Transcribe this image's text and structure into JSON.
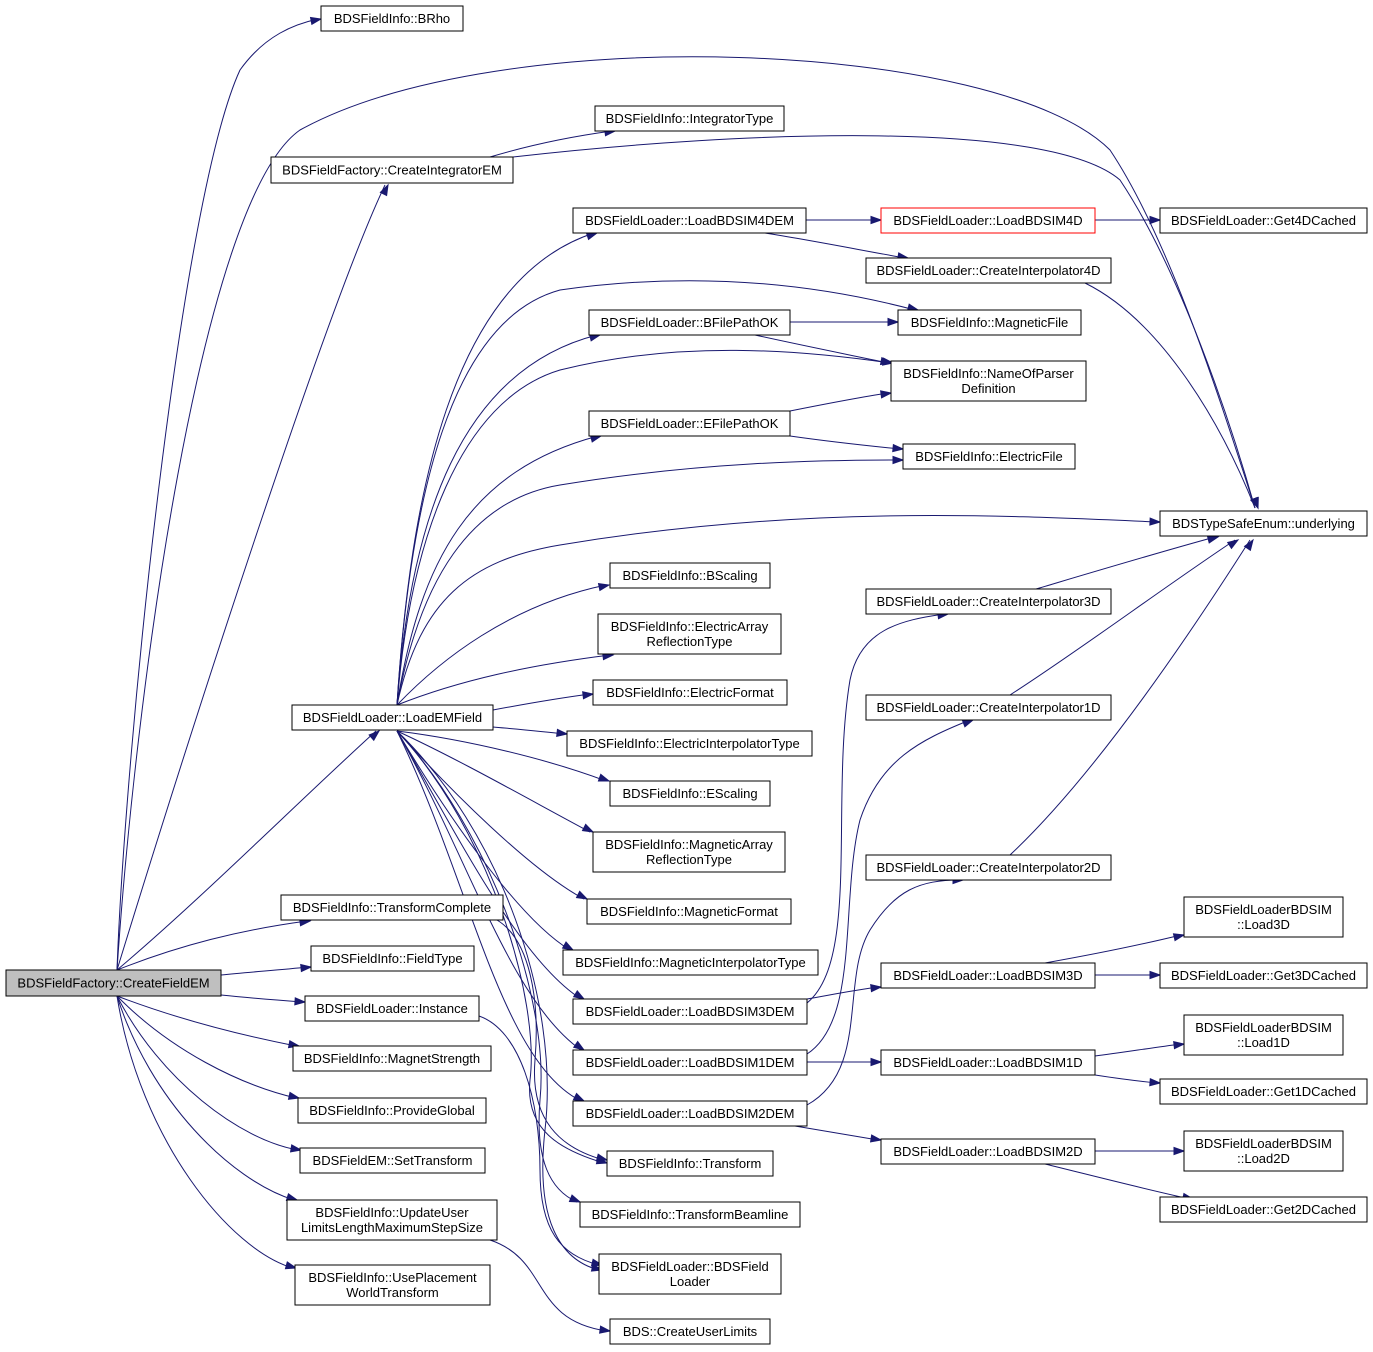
{
  "diagram": {
    "type": "call-graph",
    "colors": {
      "edge": "#191970",
      "node_border": "#000000",
      "root_fill": "#bfbfbf",
      "highlight_border": "#ff0000"
    },
    "nodes": [
      {
        "id": "createFieldEM",
        "lines": [
          "BDSFieldFactory::CreateFieldEM"
        ],
        "root": true
      },
      {
        "id": "bRho",
        "lines": [
          "BDSFieldInfo::BRho"
        ]
      },
      {
        "id": "createIntegratorEM",
        "lines": [
          "BDSFieldFactory::CreateIntegratorEM"
        ]
      },
      {
        "id": "integratorType",
        "lines": [
          "BDSFieldInfo::IntegratorType"
        ]
      },
      {
        "id": "loadBDSIM4DEM",
        "lines": [
          "BDSFieldLoader::LoadBDSIM4DEM"
        ]
      },
      {
        "id": "loadBDSIM4D",
        "lines": [
          "BDSFieldLoader::LoadBDSIM4D"
        ],
        "highlight": true
      },
      {
        "id": "get4DCached",
        "lines": [
          "BDSFieldLoader::Get4DCached"
        ]
      },
      {
        "id": "createInterpolator4D",
        "lines": [
          "BDSFieldLoader::CreateInterpolator4D"
        ]
      },
      {
        "id": "bFilePathOK",
        "lines": [
          "BDSFieldLoader::BFilePathOK"
        ]
      },
      {
        "id": "magneticFile",
        "lines": [
          "BDSFieldInfo::MagneticFile"
        ]
      },
      {
        "id": "nameOfParserDef",
        "lines": [
          "BDSFieldInfo::NameOfParser",
          "Definition"
        ]
      },
      {
        "id": "eFilePathOK",
        "lines": [
          "BDSFieldLoader::EFilePathOK"
        ]
      },
      {
        "id": "electricFile",
        "lines": [
          "BDSFieldInfo::ElectricFile"
        ]
      },
      {
        "id": "underlying",
        "lines": [
          "BDSTypeSafeEnum::underlying"
        ]
      },
      {
        "id": "bScaling",
        "lines": [
          "BDSFieldInfo::BScaling"
        ]
      },
      {
        "id": "electricArrayRefl",
        "lines": [
          "BDSFieldInfo::ElectricArray",
          "ReflectionType"
        ]
      },
      {
        "id": "electricFormat",
        "lines": [
          "BDSFieldInfo::ElectricFormat"
        ]
      },
      {
        "id": "loadEMField",
        "lines": [
          "BDSFieldLoader::LoadEMField"
        ]
      },
      {
        "id": "electricInterpType",
        "lines": [
          "BDSFieldInfo::ElectricInterpolatorType"
        ]
      },
      {
        "id": "eScaling",
        "lines": [
          "BDSFieldInfo::EScaling"
        ]
      },
      {
        "id": "magneticArrayRefl",
        "lines": [
          "BDSFieldInfo::MagneticArray",
          "ReflectionType"
        ]
      },
      {
        "id": "magneticFormat",
        "lines": [
          "BDSFieldInfo::MagneticFormat"
        ]
      },
      {
        "id": "transformComplete",
        "lines": [
          "BDSFieldInfo::TransformComplete"
        ]
      },
      {
        "id": "fieldType",
        "lines": [
          "BDSFieldInfo::FieldType"
        ]
      },
      {
        "id": "magneticInterpType",
        "lines": [
          "BDSFieldInfo::MagneticInterpolatorType"
        ]
      },
      {
        "id": "instance",
        "lines": [
          "BDSFieldLoader::Instance"
        ]
      },
      {
        "id": "loadBDSIM3DEM",
        "lines": [
          "BDSFieldLoader::LoadBDSIM3DEM"
        ]
      },
      {
        "id": "magnetStrength",
        "lines": [
          "BDSFieldInfo::MagnetStrength"
        ]
      },
      {
        "id": "loadBDSIM1DEM",
        "lines": [
          "BDSFieldLoader::LoadBDSIM1DEM"
        ]
      },
      {
        "id": "provideGlobal",
        "lines": [
          "BDSFieldInfo::ProvideGlobal"
        ]
      },
      {
        "id": "loadBDSIM2DEM",
        "lines": [
          "BDSFieldLoader::LoadBDSIM2DEM"
        ]
      },
      {
        "id": "setTransform",
        "lines": [
          "BDSFieldEM::SetTransform"
        ]
      },
      {
        "id": "transform",
        "lines": [
          "BDSFieldInfo::Transform"
        ]
      },
      {
        "id": "updateUserLimits",
        "lines": [
          "BDSFieldInfo::UpdateUser",
          "LimitsLengthMaximumStepSize"
        ]
      },
      {
        "id": "transformBeamline",
        "lines": [
          "BDSFieldInfo::TransformBeamline"
        ]
      },
      {
        "id": "bdsFieldLoaderCtor",
        "lines": [
          "BDSFieldLoader::BDSField",
          "Loader"
        ]
      },
      {
        "id": "usePlacementWorld",
        "lines": [
          "BDSFieldInfo::UsePlacement",
          "WorldTransform"
        ]
      },
      {
        "id": "createUserLimits",
        "lines": [
          "BDS::CreateUserLimits"
        ]
      },
      {
        "id": "createInterpolator3D",
        "lines": [
          "BDSFieldLoader::CreateInterpolator3D"
        ]
      },
      {
        "id": "createInterpolator1D",
        "lines": [
          "BDSFieldLoader::CreateInterpolator1D"
        ]
      },
      {
        "id": "createInterpolator2D",
        "lines": [
          "BDSFieldLoader::CreateInterpolator2D"
        ]
      },
      {
        "id": "loadBDSIM3D",
        "lines": [
          "BDSFieldLoader::LoadBDSIM3D"
        ]
      },
      {
        "id": "load3D",
        "lines": [
          "BDSFieldLoaderBDSIM",
          "::Load3D"
        ]
      },
      {
        "id": "get3DCached",
        "lines": [
          "BDSFieldLoader::Get3DCached"
        ]
      },
      {
        "id": "loadBDSIM1D",
        "lines": [
          "BDSFieldLoader::LoadBDSIM1D"
        ]
      },
      {
        "id": "load1D",
        "lines": [
          "BDSFieldLoaderBDSIM",
          "::Load1D"
        ]
      },
      {
        "id": "get1DCached",
        "lines": [
          "BDSFieldLoader::Get1DCached"
        ]
      },
      {
        "id": "loadBDSIM2D",
        "lines": [
          "BDSFieldLoader::LoadBDSIM2D"
        ]
      },
      {
        "id": "load2D",
        "lines": [
          "BDSFieldLoaderBDSIM",
          "::Load2D"
        ]
      },
      {
        "id": "get2DCached",
        "lines": [
          "BDSFieldLoader::Get2DCached"
        ]
      }
    ],
    "edges": [
      [
        "createFieldEM",
        "bRho"
      ],
      [
        "createFieldEM",
        "underlying"
      ],
      [
        "createFieldEM",
        "createIntegratorEM"
      ],
      [
        "createFieldEM",
        "loadEMField"
      ],
      [
        "createFieldEM",
        "transformComplete"
      ],
      [
        "createFieldEM",
        "fieldType"
      ],
      [
        "createFieldEM",
        "instance"
      ],
      [
        "createFieldEM",
        "magnetStrength"
      ],
      [
        "createFieldEM",
        "provideGlobal"
      ],
      [
        "createFieldEM",
        "setTransform"
      ],
      [
        "createFieldEM",
        "updateUserLimits"
      ],
      [
        "createFieldEM",
        "usePlacementWorld"
      ],
      [
        "createIntegratorEM",
        "integratorType"
      ],
      [
        "createIntegratorEM",
        "underlying"
      ],
      [
        "loadEMField",
        "loadBDSIM4DEM"
      ],
      [
        "loadEMField",
        "magneticFile"
      ],
      [
        "loadEMField",
        "bFilePathOK"
      ],
      [
        "loadEMField",
        "nameOfParserDef"
      ],
      [
        "loadEMField",
        "eFilePathOK"
      ],
      [
        "loadEMField",
        "electricFile"
      ],
      [
        "loadEMField",
        "underlying"
      ],
      [
        "loadEMField",
        "bScaling"
      ],
      [
        "loadEMField",
        "electricArrayRefl"
      ],
      [
        "loadEMField",
        "electricFormat"
      ],
      [
        "loadEMField",
        "electricInterpType"
      ],
      [
        "loadEMField",
        "eScaling"
      ],
      [
        "loadEMField",
        "magneticArrayRefl"
      ],
      [
        "loadEMField",
        "magneticFormat"
      ],
      [
        "loadEMField",
        "magneticInterpType"
      ],
      [
        "loadEMField",
        "loadBDSIM3DEM"
      ],
      [
        "loadEMField",
        "loadBDSIM1DEM"
      ],
      [
        "loadEMField",
        "loadBDSIM2DEM"
      ],
      [
        "loadEMField",
        "transform"
      ],
      [
        "loadEMField",
        "transformBeamline"
      ],
      [
        "loadEMField",
        "bdsFieldLoaderCtor"
      ],
      [
        "loadBDSIM4DEM",
        "loadBDSIM4D"
      ],
      [
        "loadBDSIM4DEM",
        "createInterpolator4D"
      ],
      [
        "loadBDSIM4D",
        "get4DCached"
      ],
      [
        "createInterpolator4D",
        "underlying"
      ],
      [
        "bFilePathOK",
        "magneticFile"
      ],
      [
        "bFilePathOK",
        "nameOfParserDef"
      ],
      [
        "eFilePathOK",
        "nameOfParserDef"
      ],
      [
        "eFilePathOK",
        "electricFile"
      ],
      [
        "transformComplete",
        "transform"
      ],
      [
        "instance",
        "bdsFieldLoaderCtor"
      ],
      [
        "updateUserLimits",
        "createUserLimits"
      ],
      [
        "loadBDSIM3DEM",
        "createInterpolator3D"
      ],
      [
        "loadBDSIM3DEM",
        "loadBDSIM3D"
      ],
      [
        "loadBDSIM1DEM",
        "createInterpolator1D"
      ],
      [
        "loadBDSIM1DEM",
        "loadBDSIM1D"
      ],
      [
        "loadBDSIM2DEM",
        "createInterpolator2D"
      ],
      [
        "loadBDSIM2DEM",
        "loadBDSIM2D"
      ],
      [
        "createInterpolator3D",
        "underlying"
      ],
      [
        "createInterpolator1D",
        "underlying"
      ],
      [
        "createInterpolator2D",
        "underlying"
      ],
      [
        "loadBDSIM3D",
        "load3D"
      ],
      [
        "loadBDSIM3D",
        "get3DCached"
      ],
      [
        "loadBDSIM1D",
        "load1D"
      ],
      [
        "loadBDSIM1D",
        "get1DCached"
      ],
      [
        "loadBDSIM2D",
        "load2D"
      ],
      [
        "loadBDSIM2D",
        "get2DCached"
      ]
    ]
  }
}
